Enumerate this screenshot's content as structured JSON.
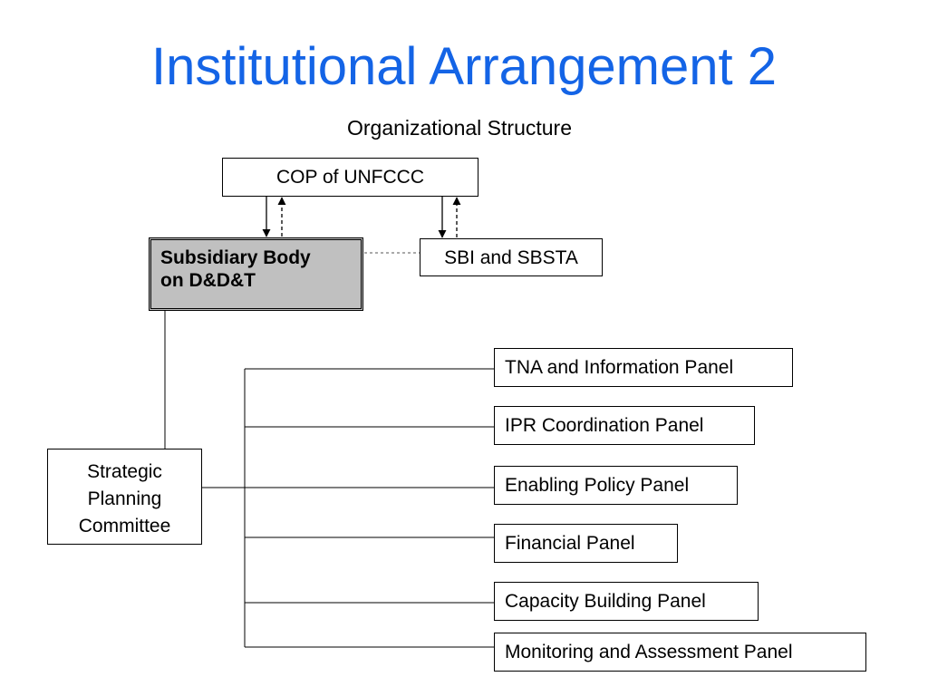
{
  "title": "Institutional Arrangement 2",
  "subtitle": "Organizational Structure",
  "nodes": {
    "cop": "COP of UNFCCC",
    "subsidiary_line1": "Subsidiary Body",
    "subsidiary_line2": "on D&D&T",
    "sbi": "SBI and SBSTA",
    "spc_line1": "Strategic",
    "spc_line2": "Planning",
    "spc_line3": "Committee"
  },
  "panels": [
    "TNA and Information Panel",
    "IPR Coordination Panel",
    "Enabling Policy Panel",
    "Financial Panel",
    "Capacity Building Panel",
    "Monitoring and Assessment Panel"
  ],
  "colors": {
    "title": "#1464e6",
    "subsidiary_fill": "#c0c0c0",
    "line": "#000000"
  }
}
